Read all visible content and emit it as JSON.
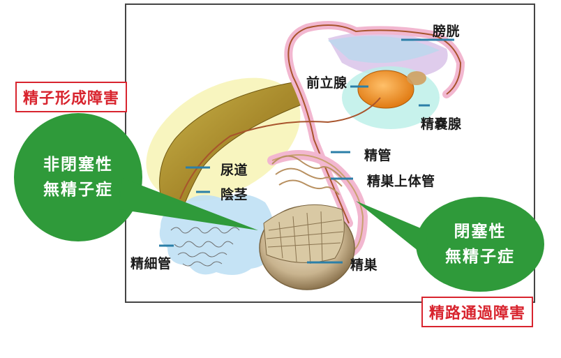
{
  "labels": {
    "bladder": "膀胱",
    "prostate": "前立腺",
    "seminal_vesicle": "精嚢腺",
    "vas_deferens": "精管",
    "epididymis": "精巣上体管",
    "urethra": "尿道",
    "penis": "陰茎",
    "seminiferous_tubule": "精細管",
    "testis": "精巣"
  },
  "categories": {
    "spermatogenesis_disorder": "精子形成障害",
    "transport_disorder": "精路通過障害"
  },
  "bubbles": {
    "non_obstructive": [
      "非閉塞性",
      "無精子症"
    ],
    "obstructive": [
      "閉塞性",
      "無精子症"
    ]
  },
  "colors": {
    "category_red": "#d8242e",
    "bubble_green": "#2f9a3a",
    "leader_blue": "#2b7fa8"
  }
}
